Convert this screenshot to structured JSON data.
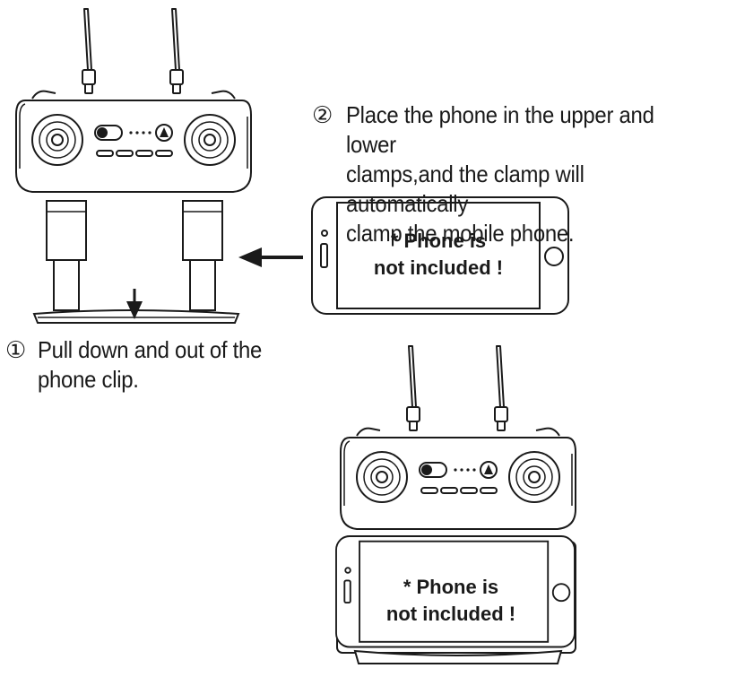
{
  "steps": [
    {
      "marker": "①",
      "lines": [
        "Pull down and out of the",
        "phone clip."
      ]
    },
    {
      "marker": "②",
      "lines": [
        "Place the phone in the upper and lower",
        "clamps,and the clamp will automatically",
        "clamp the mobile phone."
      ]
    }
  ],
  "phone_note": {
    "line1": "* Phone is",
    "line2": "not included !"
  },
  "icons": [
    "antenna-icon",
    "joystick-icon",
    "power-switch-icon",
    "indicator-lights-icon",
    "button-row-icon",
    "phone-icon",
    "arrow-left-icon",
    "arrow-down-icon"
  ],
  "colors": {
    "stroke": "#1a1a1a",
    "fill": "#ffffff"
  }
}
